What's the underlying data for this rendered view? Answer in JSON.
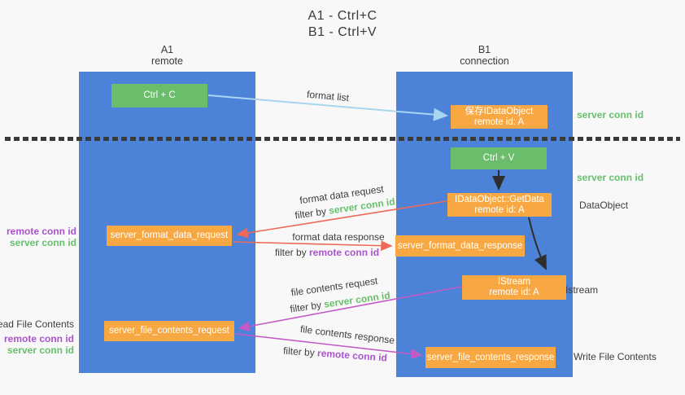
{
  "title": {
    "line1": "A1 - Ctrl+C",
    "line2": "B1 - Ctrl+V"
  },
  "columns": {
    "a": {
      "id": "A1",
      "subtitle": "remote"
    },
    "b": {
      "id": "B1",
      "subtitle": "connection"
    }
  },
  "nodes": {
    "ctrl_c": "Ctrl + C",
    "ctrl_v": "Ctrl + V",
    "save_idataobject": {
      "line1": "保存IDataObject",
      "line2": "remote id: A"
    },
    "getdata": {
      "line1": "IDataObject::GetData",
      "line2": "remote id: A"
    },
    "istream": {
      "line1": "IStream",
      "line2": "remote id: A"
    },
    "format_request": "server_format_data_request",
    "format_response": "server_format_data_response",
    "file_request": "server_file_contents_request",
    "file_response": "server_file_contents_response"
  },
  "arrow_labels": {
    "format_list": "format list",
    "format_data_request": "format data request",
    "format_data_response": "format data response",
    "file_contents_request": "file contents request",
    "file_contents_response": "file contents response",
    "filter_by": "filter by",
    "server_conn_id": "server conn id",
    "remote_conn_id": "remote conn id"
  },
  "side_labels": {
    "left_format": {
      "line1": "remote conn id",
      "line2": "server conn id"
    },
    "left_file": {
      "title": "Read File Contents",
      "line1": "remote conn id",
      "line2": "server conn id"
    },
    "right_save": "server conn id",
    "right_ctrlv": "server conn id",
    "right_dataobject": "DataObject",
    "right_istream": "Istream",
    "right_write": "Write File Contents"
  },
  "colors": {
    "column_blue": "#4d82d9",
    "node_orange": "#f8a843",
    "node_green": "#69bd6b",
    "text_dark": "#3d3d3d",
    "conn_id_green": "#67c06c",
    "conn_id_purple": "#ab53cd",
    "arrow_light_blue": "#a9d5f1",
    "arrow_red": "#ee6a58",
    "arrow_magenta": "#c45ac8",
    "arrow_black": "#2e2e2e",
    "divider_dark": "#3a3a3a",
    "background": "#f8f8f8"
  }
}
